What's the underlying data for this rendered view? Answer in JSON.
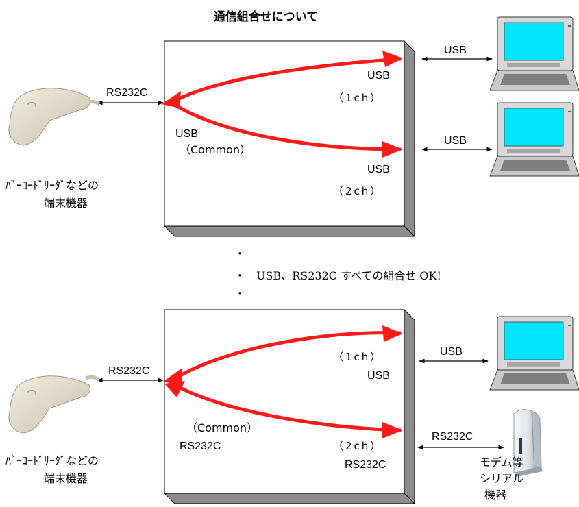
{
  "title": "通信組合せについて",
  "top": {
    "scanner_link": "RS232C",
    "common_port": "USB",
    "common_sub": "（Common）",
    "port1": "USB",
    "port1_sub": "（1ch）",
    "port2": "USB",
    "port2_sub": "（2ch）",
    "pc1_link": "USB",
    "pc2_link": "USB",
    "device_label_1": "ﾊﾞｰｺｰﾄﾞﾘｰﾀﾞなどの",
    "device_label_2": "端末機器"
  },
  "middle": {
    "dot1": "・",
    "note": "・　USB、RS232C すべての組合せ OK!",
    "dot3": "・"
  },
  "bottom": {
    "scanner_link": "RS232C",
    "common_sub": "（Common）",
    "common_port": "RS232C",
    "port1_sub": "（1ch）",
    "port1": "USB",
    "port2_sub": "（2ch）",
    "port2": "RS232C",
    "pc_link": "USB",
    "modem_link": "RS232C",
    "device_label_1": "ﾊﾞｰｺｰﾄﾞﾘｰﾀﾞなどの",
    "device_label_2": "端末機器",
    "modem_label_1": "モデム等",
    "modem_label_2": "シリアル",
    "modem_label_3": "機器"
  },
  "colors": {
    "arrow": "#ff1a1a",
    "screen": "#00e5ff",
    "box_shadow": "#8c8c8c"
  }
}
